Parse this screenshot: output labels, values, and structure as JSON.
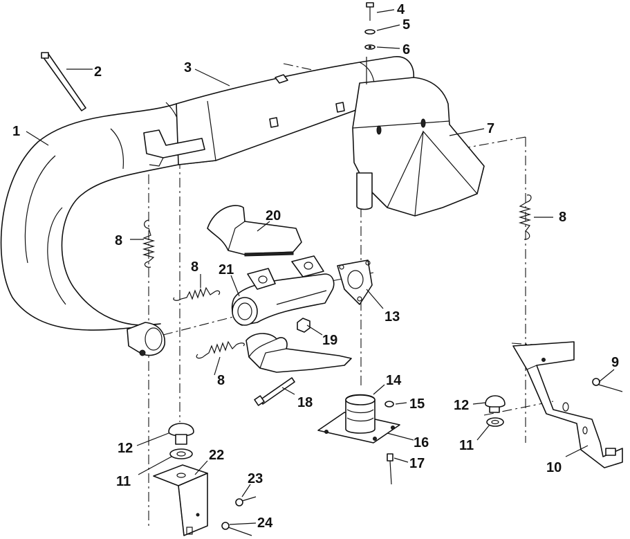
{
  "callouts": [
    {
      "id": "c1",
      "label": "1"
    },
    {
      "id": "c2",
      "label": "2"
    },
    {
      "id": "c3",
      "label": "3"
    },
    {
      "id": "c4",
      "label": "4"
    },
    {
      "id": "c5",
      "label": "5"
    },
    {
      "id": "c6",
      "label": "6"
    },
    {
      "id": "c7",
      "label": "7"
    },
    {
      "id": "c8a",
      "label": "8"
    },
    {
      "id": "c8b",
      "label": "8"
    },
    {
      "id": "c8c",
      "label": "8"
    },
    {
      "id": "c8d",
      "label": "8"
    },
    {
      "id": "c9",
      "label": "9"
    },
    {
      "id": "c10",
      "label": "10"
    },
    {
      "id": "c11a",
      "label": "11"
    },
    {
      "id": "c11b",
      "label": "11"
    },
    {
      "id": "c12a",
      "label": "12"
    },
    {
      "id": "c12b",
      "label": "12"
    },
    {
      "id": "c13",
      "label": "13"
    },
    {
      "id": "c14",
      "label": "14"
    },
    {
      "id": "c15",
      "label": "15"
    },
    {
      "id": "c16",
      "label": "16"
    },
    {
      "id": "c17",
      "label": "17"
    },
    {
      "id": "c18",
      "label": "18"
    },
    {
      "id": "c19",
      "label": "19"
    },
    {
      "id": "c20",
      "label": "20"
    },
    {
      "id": "c21",
      "label": "21"
    },
    {
      "id": "c22",
      "label": "22"
    },
    {
      "id": "c23",
      "label": "23"
    },
    {
      "id": "c24",
      "label": "24"
    }
  ]
}
